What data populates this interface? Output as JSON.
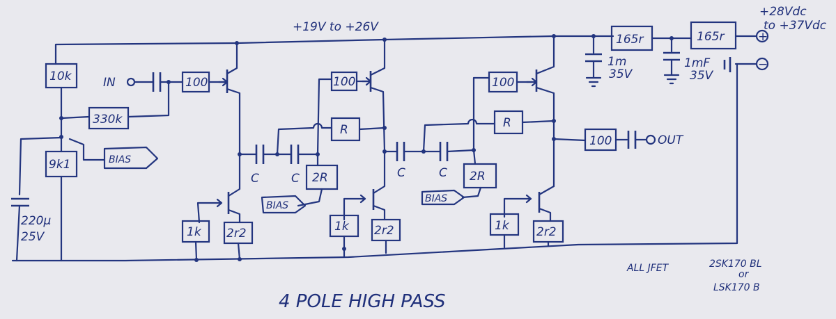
{
  "supply": {
    "rail": "+19V to +26V",
    "input_line1": "+28Vdc",
    "input_line2": "to +37Vdc"
  },
  "regulators": {
    "reg1": "165r",
    "reg2": "165r"
  },
  "caps": {
    "cap1_value": "1m",
    "cap1_voltage": "35V",
    "cap2_value": "1mF",
    "cap2_voltage": "35V"
  },
  "terminals": {
    "plus": "+",
    "minus": "−"
  },
  "resistors": {
    "r_10k": "10k",
    "r_9k1": "9k1",
    "r_330k": "330k",
    "r_gate1": "100",
    "r_gate2": "100",
    "r_gate3": "100",
    "r_feedback1": "R",
    "r_feedback2": "R",
    "r_2r1": "2R",
    "r_2r2": "2R",
    "r_src1": "1k",
    "r_src2": "1k",
    "r_src3": "1k",
    "r_2r2a": "2r2",
    "r_2r2b": "2r2",
    "r_2r2c": "2r2",
    "r_out": "100"
  },
  "labels": {
    "in": "IN",
    "out": "OUT",
    "bias1": "BIAS",
    "bias2": "BIAS",
    "bias3": "BIAS",
    "c1": "C",
    "c2": "C",
    "c3": "C",
    "c4": "C",
    "decoupling_value": "220µ",
    "decoupling_voltage": "25V"
  },
  "notes": {
    "jfet_line1": "ALL JFET",
    "jfet_line2": "2SK170 BL",
    "jfet_line3": "or",
    "jfet_line4": "LSK170 B"
  },
  "title": "4 POLE HIGH PASS"
}
